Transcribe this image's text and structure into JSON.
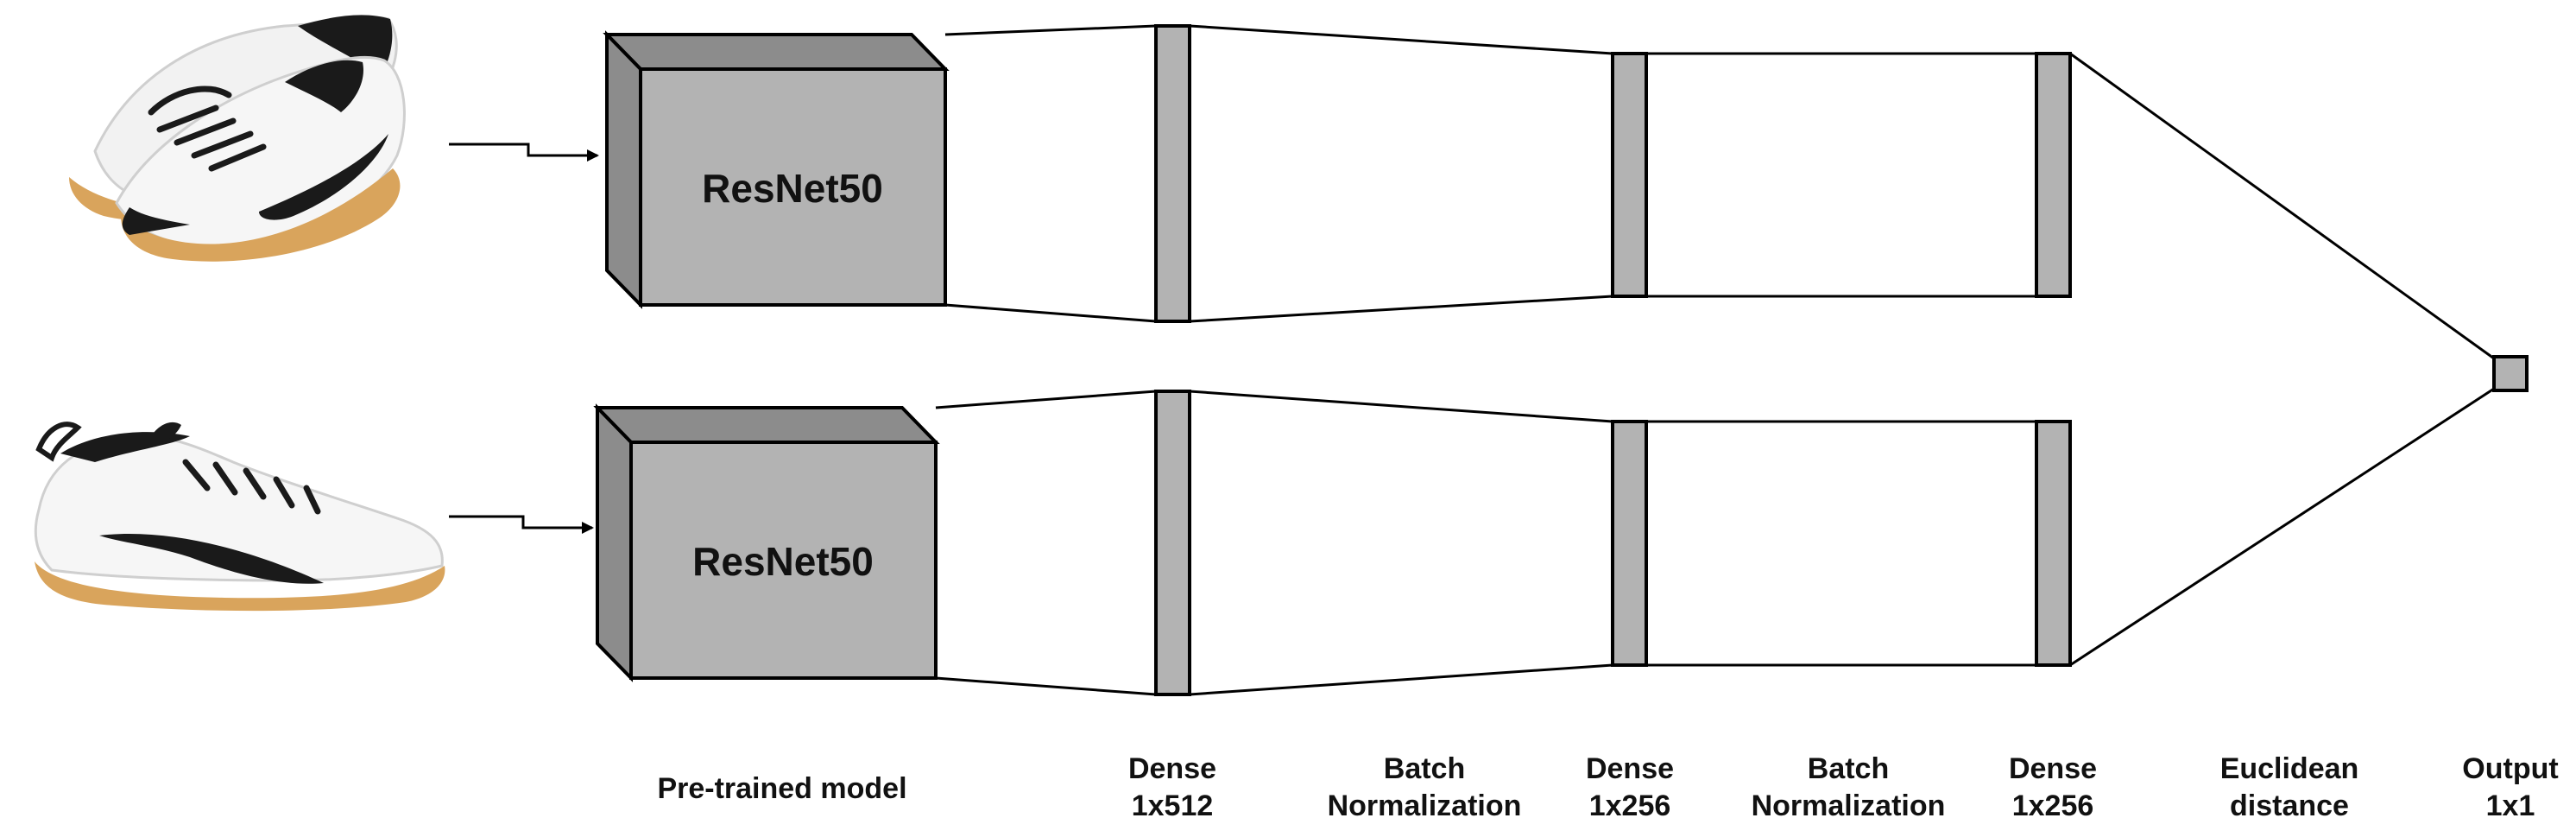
{
  "colors": {
    "block_fill": "#b3b3b3",
    "block_dark": "#8c8c8c",
    "line": "#000000",
    "background": "#ffffff",
    "shoe_upper": "#f4f4f4",
    "shoe_sole": "#d9a45c",
    "shoe_swoosh": "#1a1a1a"
  },
  "inputs": [
    {
      "icon": "white-sneaker-image"
    },
    {
      "icon": "white-sneaker-image"
    }
  ],
  "branches": [
    {
      "model_label": "ResNet50"
    },
    {
      "model_label": "ResNet50"
    }
  ],
  "captions": {
    "pretrained": "Pre-trained model",
    "dense512": [
      "Dense",
      "1x512"
    ],
    "batchnorm1": [
      "Batch",
      "Normalization"
    ],
    "dense256a": [
      "Dense",
      "1x256"
    ],
    "batchnorm2": [
      "Batch",
      "Normalization"
    ],
    "dense256b": [
      "Dense",
      "1x256"
    ],
    "euclidean": [
      "Euclidean",
      "distance"
    ],
    "output": [
      "Output",
      "1x1"
    ]
  }
}
